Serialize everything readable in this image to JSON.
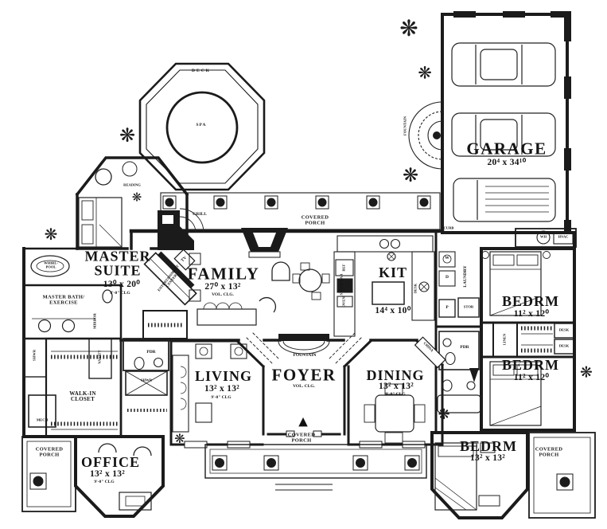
{
  "icons": {
    "plant": "❋",
    "entry_arrow": "▲",
    "down_arrow": "▼"
  },
  "labels": {
    "deck": "DECK",
    "spa": "SPA",
    "garage": {
      "name": "GARAGE",
      "dims": "20⁴ x 34¹⁰"
    },
    "curb": "CURB",
    "courtyard_fountain": "FOUNTAIN",
    "porch_top": {
      "line1": "COVERED",
      "line2": "PORCH"
    },
    "grill": "GRILL",
    "tv": "TV",
    "entertainment_center": {
      "line1": "ENTERTAINMENT",
      "line2": "CENTER"
    },
    "master_suite": {
      "line1": "MASTER",
      "line2": "SUITE",
      "dims": "13⁰ x 20⁰",
      "clg": "8'-0\" CLG",
      "reading": "READING"
    },
    "whirlpool": {
      "line1": "WHIRL-",
      "line2": "POOL"
    },
    "master_bath": {
      "line1": "MASTER BATH/",
      "line2": "EXERCISE"
    },
    "mirror": "MIRROR",
    "shwr_master": "SHWR",
    "vanity": "VANITY",
    "walk_in_closet": {
      "line1": "WALK-IN",
      "line2": "CLOSET"
    },
    "mech": "MECH",
    "pdr_left": "PDR",
    "shwr_left": "SHWR",
    "family": {
      "name": "FAMILY",
      "dims": "27⁰ x 13²",
      "clg": "VOL. CLG."
    },
    "kitchen": {
      "name": "KIT",
      "dims": "14⁴ x 10⁰"
    },
    "snack_bar": "SNACK BAR",
    "ref": "REF",
    "oven": "OVEN",
    "desk_kitchen": "DESK",
    "washer": "W",
    "dryer": "D",
    "laundry": "LAUNDRY",
    "pantry": "P",
    "stor": "STOR",
    "wh": "WH",
    "hvac": "HVAC",
    "bedroom1": {
      "name": "BEDRM",
      "dims": "11² x 12⁰"
    },
    "bedroom2": {
      "name": "BEDRM",
      "dims": "11² x 12⁰"
    },
    "bedroom3": {
      "name": "BEDRM",
      "dims": "13² x 13²"
    },
    "linen": "LINEN",
    "desk_niche1": "DESK",
    "desk_niche2": "DESK",
    "pdr_right": "PDR",
    "china": "CHINA",
    "living": {
      "name": "LIVING",
      "dims": "13² x 13²",
      "clg": "9'-0\" CLG"
    },
    "foyer": {
      "name": "FOYER",
      "clg": "VOL. CLG.",
      "fountain": "FOUNTAIN"
    },
    "dining": {
      "name": "DINING",
      "dims": "13² x 13²",
      "clg": "9'-0\" CLG"
    },
    "porch_entry": {
      "line1": "COVERED",
      "line2": "PORCH"
    },
    "office": {
      "name": "OFFICE",
      "dims": "13² x 13²",
      "clg": "9'-0\" CLG"
    },
    "porch_office": {
      "line1": "COVERED",
      "line2": "PORCH"
    },
    "porch_bedroom": {
      "line1": "COVERED",
      "line2": "PORCH"
    }
  }
}
